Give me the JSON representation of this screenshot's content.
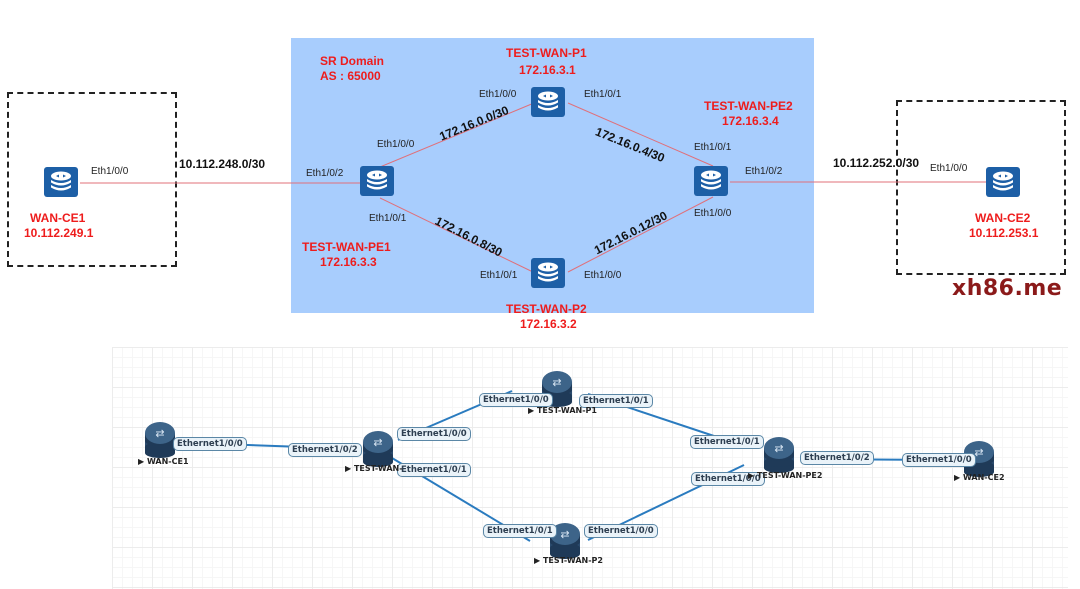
{
  "top_diagram": {
    "domain_box": {
      "title": "SR Domain",
      "as_label": "AS : 65000"
    },
    "colors": {
      "domain_fill": "#a8cdfd",
      "router_fill": "#1d5fa6",
      "node_label": "#ee1c1c",
      "link": "#e0707a",
      "watermark": "#8b1a1a"
    },
    "nodes": [
      {
        "id": "ce1",
        "name": "WAN-CE1",
        "ip": "10.112.249.1"
      },
      {
        "id": "pe1",
        "name": "TEST-WAN-PE1",
        "ip": "172.16.3.3"
      },
      {
        "id": "p1",
        "name": "TEST-WAN-P1",
        "ip": "172.16.3.1"
      },
      {
        "id": "p2",
        "name": "TEST-WAN-P2",
        "ip": "172.16.3.2"
      },
      {
        "id": "pe2",
        "name": "TEST-WAN-PE2",
        "ip": "172.16.3.4"
      },
      {
        "id": "ce2",
        "name": "WAN-CE2",
        "ip": "10.112.253.1"
      }
    ],
    "links": [
      {
        "from": "ce1",
        "to": "pe1",
        "subnet": "10.112.248.0/30",
        "from_port": "Eth1/0/0",
        "to_port": "Eth1/0/2"
      },
      {
        "from": "pe1",
        "to": "p1",
        "subnet": "172.16.0.0/30",
        "from_port": "Eth1/0/0",
        "to_port": "Eth1/0/0"
      },
      {
        "from": "p1",
        "to": "pe2",
        "subnet": "172.16.0.4/30",
        "from_port": "Eth1/0/1",
        "to_port": "Eth1/0/1"
      },
      {
        "from": "pe1",
        "to": "p2",
        "subnet": "172.16.0.8/30",
        "from_port": "Eth1/0/1",
        "to_port": "Eth1/0/1"
      },
      {
        "from": "p2",
        "to": "pe2",
        "subnet": "172.16.0.12/30",
        "from_port": "Eth1/0/0",
        "to_port": "Eth1/0/0"
      },
      {
        "from": "pe2",
        "to": "ce2",
        "subnet": "10.112.252.0/30",
        "from_port": "Eth1/0/2",
        "to_port": "Eth1/0/0"
      }
    ],
    "watermark": "xh86.me"
  },
  "bottom_diagram": {
    "colors": {
      "link": "#2a7bbf",
      "tag_border": "#5b87a6",
      "tag_fill": "#eaf3f9"
    },
    "nodes": [
      {
        "id": "ce1",
        "label": "WAN-CE1"
      },
      {
        "id": "pe1",
        "label": "TEST-WAN-PE1"
      },
      {
        "id": "p1",
        "label": "TEST-WAN-P1"
      },
      {
        "id": "p2",
        "label": "TEST-WAN-P2"
      },
      {
        "id": "pe2",
        "label": "TEST-WAN-PE2"
      },
      {
        "id": "ce2",
        "label": "WAN-CE2"
      }
    ],
    "ports": {
      "ce1_e0": "Ethernet1/0/0",
      "pe1_e2": "Ethernet1/0/2",
      "pe1_e0": "Ethernet1/0/0",
      "pe1_e1": "Ethernet1/0/1",
      "p1_e0": "Ethernet1/0/0",
      "p1_e1": "Ethernet1/0/1",
      "pe2_e1": "Ethernet1/0/1",
      "pe2_e0": "Ethernet1/0/0",
      "pe2_e2": "Ethernet1/0/2",
      "ce2_e0": "Ethernet1/0/0",
      "p2_e1": "Ethernet1/0/1",
      "p2_e0": "Ethernet1/0/0"
    },
    "truncated_labels": {
      "pe1": "TEST-WAN-"
    }
  }
}
